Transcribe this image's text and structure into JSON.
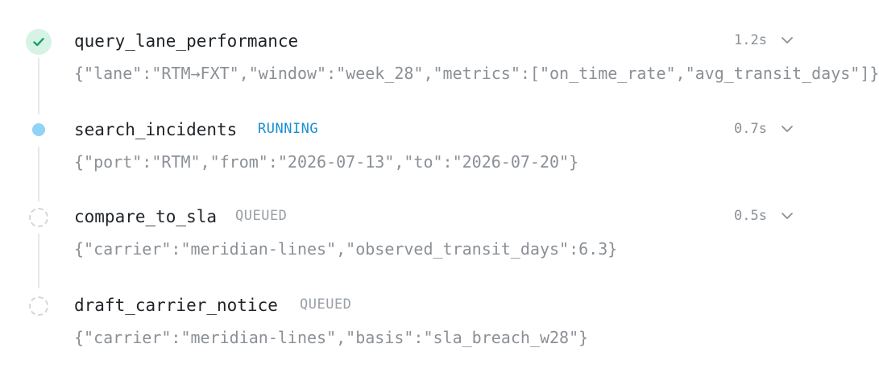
{
  "steps": [
    {
      "name": "query_lane_performance",
      "status": "",
      "state": "done",
      "duration": "1.2s",
      "args": "{\"lane\":\"RTM→FXT\",\"window\":\"week_28\",\"metrics\":[\"on_time_rate\",\"avg_transit_days\"]}"
    },
    {
      "name": "search_incidents",
      "status": "RUNNING",
      "state": "running",
      "duration": "0.7s",
      "args": "{\"port\":\"RTM\",\"from\":\"2026-07-13\",\"to\":\"2026-07-20\"}"
    },
    {
      "name": "compare_to_sla",
      "status": "QUEUED",
      "state": "queued",
      "duration": "0.5s",
      "args": "{\"carrier\":\"meridian-lines\",\"observed_transit_days\":6.3}"
    },
    {
      "name": "draft_carrier_notice",
      "status": "QUEUED",
      "state": "queued",
      "duration": "",
      "args": "{\"carrier\":\"meridian-lines\",\"basis\":\"sla_breach_w28\"}"
    }
  ],
  "icons": {
    "done": "check-circle-icon",
    "running": "running-dot-icon",
    "queued": "dashed-circle-icon",
    "expand": "chevron-down-icon"
  },
  "colors": {
    "done": "#1f9d6a",
    "done_bg": "#d6f3e6",
    "running": "#1b8fd0",
    "running_dot": "#8fd3f6",
    "queued": "#9aa0a6",
    "connector": "#e6e8eb"
  }
}
